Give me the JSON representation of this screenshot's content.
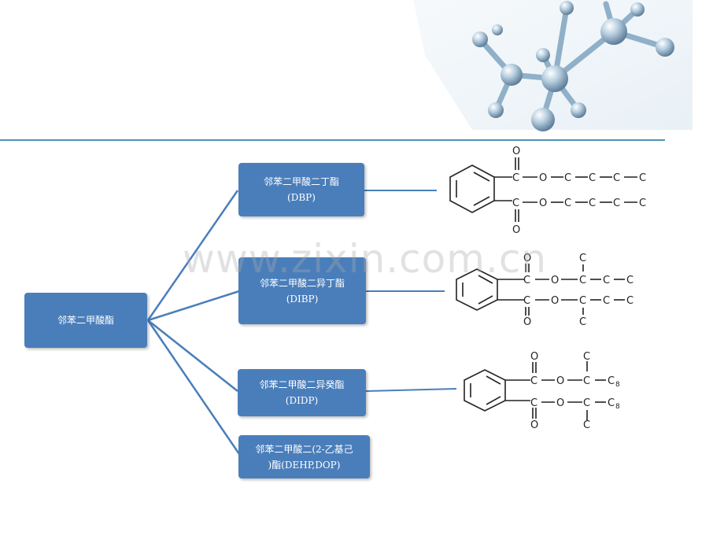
{
  "root": {
    "label": "邻苯二甲酸酯"
  },
  "children": [
    {
      "line1": "邻苯二甲酸二丁酯",
      "line2": "(DBP)"
    },
    {
      "line1": "邻苯二甲酸二异丁酯",
      "line2": "(DIBP)"
    },
    {
      "line1": "邻苯二甲酸二异癸酯",
      "line2": "(DIDP)"
    },
    {
      "line1": "邻苯二甲酸二(2-乙基己",
      "line2": ")酯(DEHP,DOP)"
    }
  ],
  "watermark": "www.zixin.com.cn",
  "atoms": {
    "O": "O",
    "C": "C",
    "C8": "C",
    "sub8": "8"
  },
  "colors": {
    "node": "#4a7ebb",
    "connector": "#4a7ebb",
    "rule": "#4f93b8"
  }
}
